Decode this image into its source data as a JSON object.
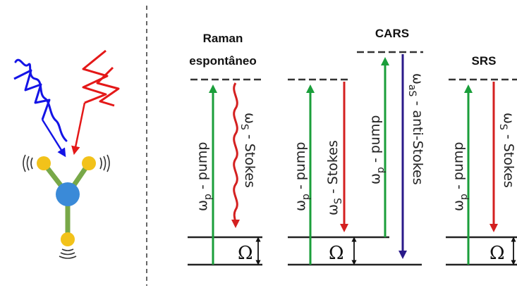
{
  "panels": [
    {
      "title_lines": [
        "Raman",
        "espontâneo"
      ],
      "arrows": [
        {
          "symbol": "ω",
          "sub": "p",
          "text": " - pump",
          "color": "#1a9e3a"
        },
        {
          "symbol": "ω",
          "sub": "S",
          "text": " - Stokes",
          "color": "#d42020"
        }
      ]
    },
    {
      "title_lines": [
        "CARS"
      ],
      "arrows": [
        {
          "symbol": "ω",
          "sub": "p",
          "text": " - pump",
          "color": "#1a9e3a"
        },
        {
          "symbol": "ω",
          "sub": "S",
          "text": " - Stokes",
          "color": "#d42020"
        },
        {
          "symbol": "ω",
          "sub": "p",
          "text": " - pump",
          "color": "#1a9e3a"
        },
        {
          "symbol": "ω",
          "sub": "aS",
          "text": " - anti-Stokes",
          "color": "#2a1a8a"
        }
      ]
    },
    {
      "title_lines": [
        "SRS"
      ],
      "arrows": [
        {
          "symbol": "ω",
          "sub": "p",
          "text": " - pump",
          "color": "#1a9e3a"
        },
        {
          "symbol": "ω",
          "sub": "S",
          "text": " - Stokes",
          "color": "#d42020"
        }
      ]
    }
  ],
  "vibrational_gap": "Ω",
  "colors": {
    "pump": "#1a9e3a",
    "stokes": "#d42020",
    "anti_stokes": "#2a1a8a",
    "blue_wave": "#1414e6",
    "red_wave": "#e41818",
    "atom": "#f2c21a",
    "center": "#3a8ad8",
    "bond": "#78a848"
  }
}
